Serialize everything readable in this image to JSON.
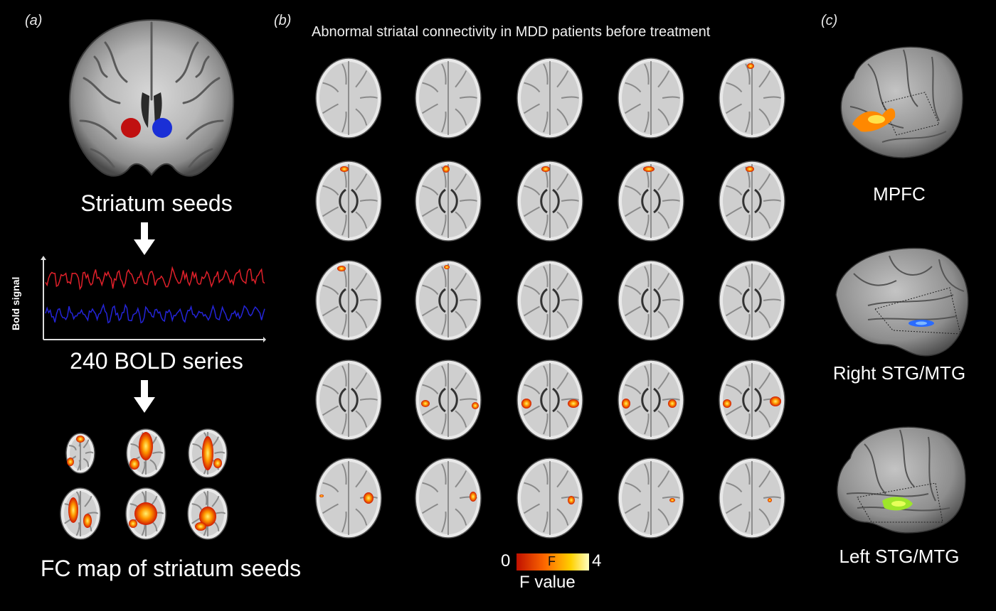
{
  "panels": {
    "a": {
      "label": "(a)",
      "seeds_caption": "Striatum seeds",
      "bold_axis_label": "Bold signal",
      "series_caption": "240 BOLD series",
      "fc_caption": "FC map of striatum seeds",
      "seed_colors": {
        "left": "#c01010",
        "right": "#1a2fd6"
      },
      "signal_colors": {
        "top": "#e0202a",
        "bottom": "#2424d8"
      }
    },
    "b": {
      "label": "(b)",
      "title": "Abnormal striatal connectivity in MDD patients before treatment",
      "colorbar": {
        "min": "0",
        "mid": "F",
        "max": "4",
        "caption": "F value",
        "colors": [
          "#c01000",
          "#ff6a00",
          "#ffd000",
          "#ffffc0"
        ]
      }
    },
    "c": {
      "label": "(c)",
      "regions": [
        {
          "name": "MPFC",
          "color": "#ff8800"
        },
        {
          "name": "Right STG/MTG",
          "color": "#2a6bff"
        },
        {
          "name": "Left STG/MTG",
          "color": "#9ee52a"
        }
      ]
    }
  }
}
